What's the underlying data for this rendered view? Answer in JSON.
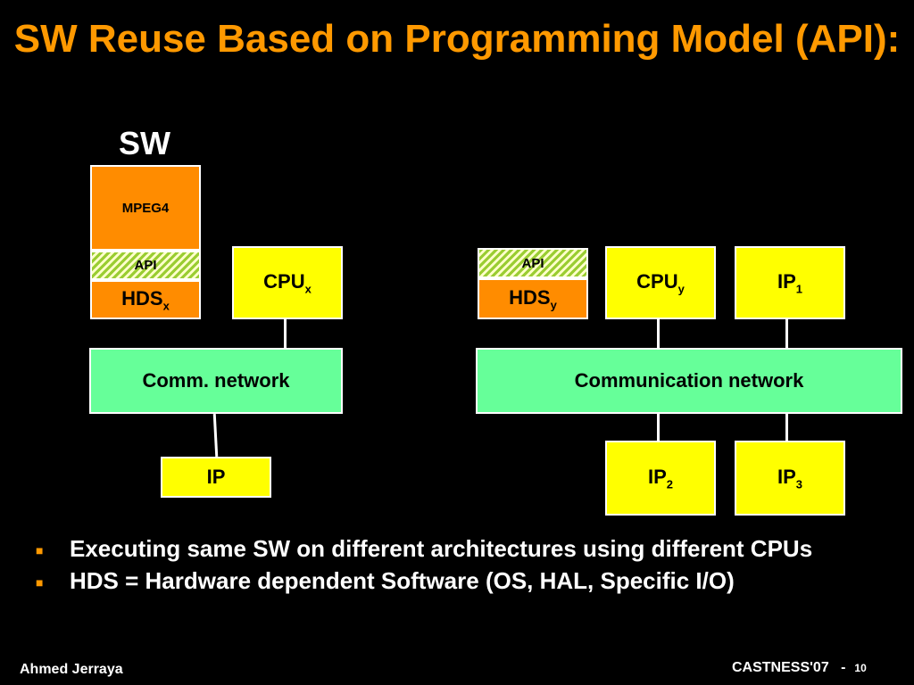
{
  "title": "SW Reuse Based on Programming Model (API):",
  "sw_label": "SW",
  "left": {
    "app": "MPEG4",
    "api": "API",
    "hds": "HDS",
    "hds_sub": "x",
    "cpu": "CPU",
    "cpu_sub": "x",
    "network": "Comm. network",
    "ip": "IP"
  },
  "right": {
    "api": "API",
    "hds": "HDS",
    "hds_sub": "y",
    "cpu": "CPU",
    "cpu_sub": "y",
    "ip1": "IP",
    "ip1_sub": "1",
    "network": "Communication network",
    "ip2": "IP",
    "ip2_sub": "2",
    "ip3": "IP",
    "ip3_sub": "3"
  },
  "bullets": [
    "Executing same SW on different architectures using different CPUs",
    "HDS = Hardware dependent Software (OS, HAL, Specific I/O)"
  ],
  "bullet_marker": "■",
  "footer": {
    "author": "Ahmed Jerraya",
    "event": "CASTNESS'07   -",
    "page": "10"
  },
  "colors": {
    "title": "#ff9900",
    "orange": "#ff8c00",
    "yellow": "#ffff00",
    "green": "#66ff99"
  }
}
